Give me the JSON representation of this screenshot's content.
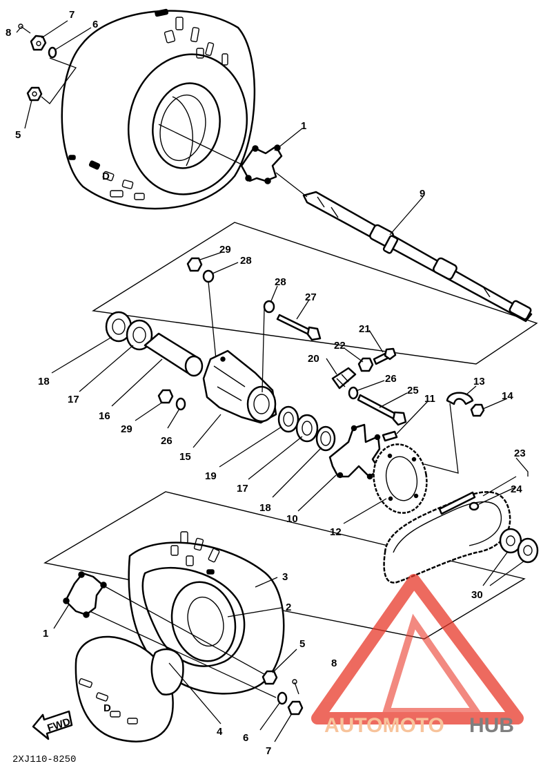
{
  "diagram": {
    "part_code": "2XJ110-8250",
    "fwd_label": "FWD",
    "watermark": {
      "text_a": "AUTOMOTO",
      "text_b": "HUB",
      "color_a": "#f5b07a",
      "color_b": "#555555",
      "accent": "#e8392a"
    },
    "callouts": [
      {
        "id": "c8a",
        "text": "8"
      },
      {
        "id": "c7a",
        "text": "7"
      },
      {
        "id": "c6a",
        "text": "6"
      },
      {
        "id": "c5a",
        "text": "5"
      },
      {
        "id": "c1a",
        "text": "1"
      },
      {
        "id": "c9",
        "text": "9"
      },
      {
        "id": "c29a",
        "text": "29"
      },
      {
        "id": "c28a",
        "text": "28"
      },
      {
        "id": "c28b",
        "text": "28"
      },
      {
        "id": "c27",
        "text": "27"
      },
      {
        "id": "c21",
        "text": "21"
      },
      {
        "id": "c22",
        "text": "22"
      },
      {
        "id": "c20",
        "text": "20"
      },
      {
        "id": "c26a",
        "text": "26"
      },
      {
        "id": "c25",
        "text": "25"
      },
      {
        "id": "c11",
        "text": "11"
      },
      {
        "id": "c13",
        "text": "13"
      },
      {
        "id": "c14",
        "text": "14"
      },
      {
        "id": "c18a",
        "text": "18"
      },
      {
        "id": "c17a",
        "text": "17"
      },
      {
        "id": "c16",
        "text": "16"
      },
      {
        "id": "c29b",
        "text": "29"
      },
      {
        "id": "c26b",
        "text": "26"
      },
      {
        "id": "c15",
        "text": "15"
      },
      {
        "id": "c19",
        "text": "19"
      },
      {
        "id": "c17b",
        "text": "17"
      },
      {
        "id": "c18b",
        "text": "18"
      },
      {
        "id": "c10",
        "text": "10"
      },
      {
        "id": "c12",
        "text": "12"
      },
      {
        "id": "c23",
        "text": "23"
      },
      {
        "id": "c24",
        "text": "24"
      },
      {
        "id": "c30",
        "text": "30"
      },
      {
        "id": "c3",
        "text": "3"
      },
      {
        "id": "c2",
        "text": "2"
      },
      {
        "id": "c1b",
        "text": "1"
      },
      {
        "id": "c5b",
        "text": "5"
      },
      {
        "id": "c8b",
        "text": "8"
      },
      {
        "id": "c4",
        "text": "4"
      },
      {
        "id": "c6b",
        "text": "6"
      },
      {
        "id": "c7b",
        "text": "7"
      }
    ]
  }
}
